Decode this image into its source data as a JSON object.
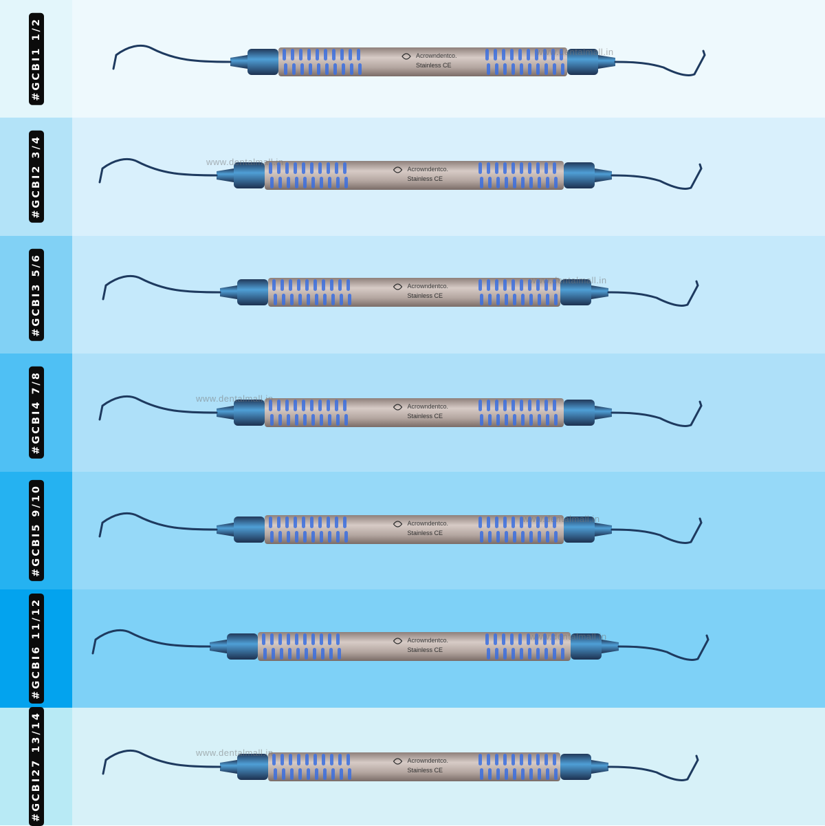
{
  "instruments": [
    {
      "label": "#GCBI1 1/2",
      "watermark": "www.dentalmall.in",
      "brand": "Acrowndentco.",
      "material": "Stainless",
      "mark": "CE",
      "swatch_color": "#e3f6fb",
      "panel_color": "#eef9fd"
    },
    {
      "label": "#GCBI2 3/4",
      "watermark": "www.dentalmall.in",
      "brand": "Acrowndentco.",
      "material": "Stainless",
      "mark": "CE",
      "swatch_color": "#b3e3f8",
      "panel_color": "#d9f0fc"
    },
    {
      "label": "#GCBI3 5/6",
      "watermark": "www.dentalmall.in",
      "brand": "Acrowndentco.",
      "material": "Stainless",
      "mark": "CE",
      "swatch_color": "#81d1f5",
      "panel_color": "#c5e9fb"
    },
    {
      "label": "#GCBI4 7/8",
      "watermark": "www.dentalmall.in",
      "brand": "Acrowndentco.",
      "material": "Stainless",
      "mark": "CE",
      "swatch_color": "#4fc0f4",
      "panel_color": "#aee0f9"
    },
    {
      "label": "#GCBI5 9/10",
      "watermark": "www.dentalmall.in",
      "brand": "Acrowndentco.",
      "material": "Stainless",
      "mark": "CE",
      "swatch_color": "#25b2f1",
      "panel_color": "#96d9f8"
    },
    {
      "label": "#GCBI6 11/12",
      "watermark": "www.dentalmall.in",
      "brand": "Acrowndentco.",
      "material": "Stainless",
      "mark": "CE",
      "swatch_color": "#03a3ee",
      "panel_color": "#7ed1f7"
    },
    {
      "label": "#GCBI27 13/14",
      "watermark": "www.dentalmall.in",
      "brand": "Acrowndentco.",
      "material": "Stainless",
      "mark": "CE",
      "swatch_color": "#b8eaf5",
      "panel_color": "#d7f1f8"
    }
  ],
  "colors": {
    "handle": "#b9aca6",
    "grip_blue": "#3a6fe0",
    "shank": "#1e3a5f"
  }
}
